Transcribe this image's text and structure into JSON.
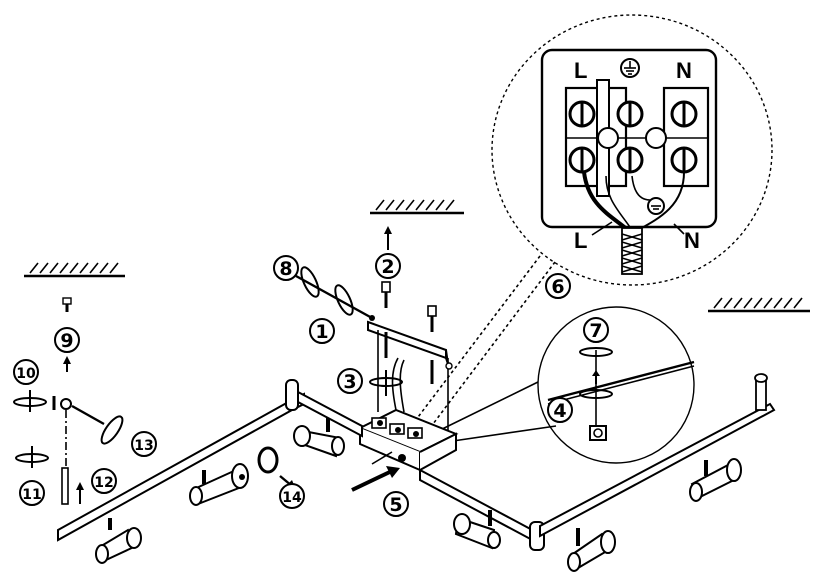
{
  "steps": {
    "s1": "1",
    "s2": "2",
    "s3": "3",
    "s4": "4",
    "s5": "5",
    "s6": "6",
    "s7": "7",
    "s8": "8",
    "s9": "9",
    "s10": "10",
    "s11": "11",
    "s12": "12",
    "s13": "13",
    "s14": "14"
  },
  "terminal": {
    "top_live": "L",
    "top_neutral": "N",
    "wire_live": "L",
    "wire_neutral": "N",
    "earth_icon": "earth-ground-icon"
  }
}
